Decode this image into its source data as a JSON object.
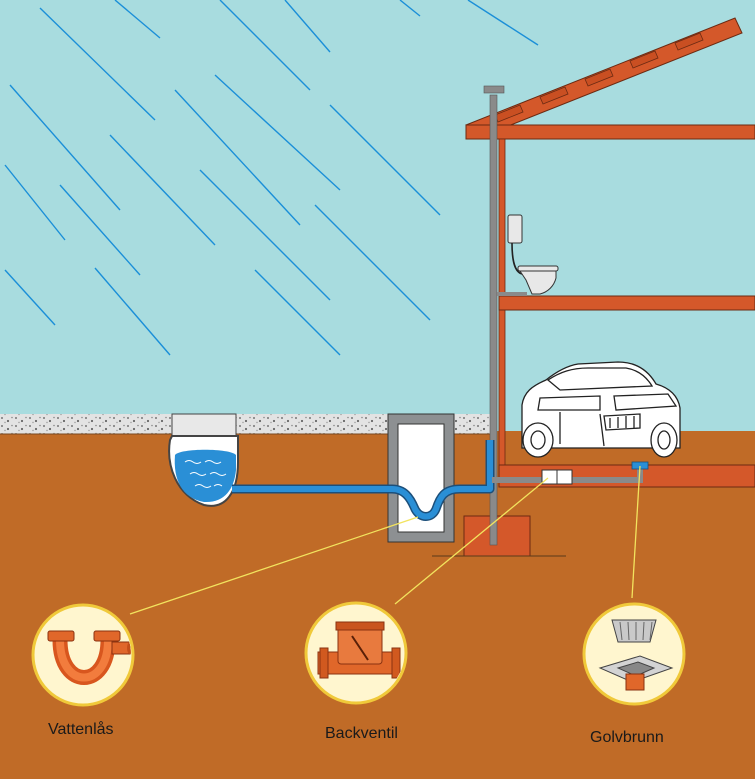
{
  "labels": {
    "trap": "Vattenlås",
    "backflow_valve": "Backventil",
    "floor_drain": "Golvbrunn"
  },
  "colors": {
    "sky": "#a8dcdf",
    "soil": "#c06b27",
    "gravel": "#d9d9d9",
    "house_frame": "#d4582a",
    "water_pipe": "#2a8fd6",
    "vent_pipe": "#8a8a8a",
    "rain": "#1b8fd8",
    "leader_line": "#f2e35e"
  }
}
